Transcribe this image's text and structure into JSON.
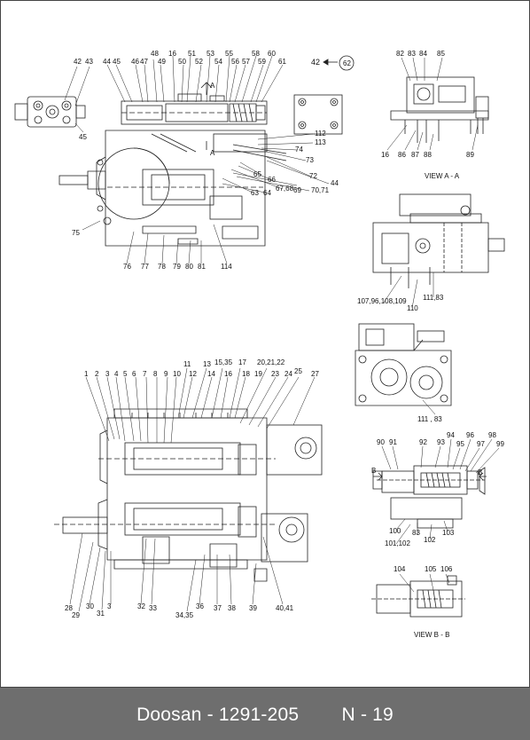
{
  "footer": {
    "left_text": "Doosan - 1291-205",
    "right_text": "N - 19"
  },
  "views": {
    "view_aa": "VIEW  A - A",
    "view_bb": "VIEW  B - B",
    "circle_ref": "62",
    "arrow_ref": "42",
    "section_a": "A",
    "section_b": "B"
  },
  "labels": {
    "top_left": [
      "42",
      "43",
      "45",
      "44",
      "45",
      "46",
      "47",
      "48",
      "49",
      "16",
      "50",
      "51",
      "52",
      "53",
      "54",
      "55",
      "56",
      "57",
      "58",
      "59",
      "60",
      "61"
    ],
    "top_right": [
      "82",
      "83",
      "84",
      "85",
      "16",
      "86",
      "87",
      "88",
      "89"
    ],
    "top_side": [
      "112",
      "113",
      "74",
      "73",
      "72",
      "44",
      "65",
      "66",
      "67,68",
      "69",
      "70,71",
      "63",
      "64",
      "75",
      "76",
      "77",
      "78",
      "79",
      "80",
      "81",
      "114"
    ],
    "mid_right": [
      "107,96,108,109",
      "110",
      "111,83"
    ],
    "rear_right": [
      "111 , 83"
    ],
    "main_top": [
      "1",
      "2",
      "3",
      "4",
      "5",
      "6",
      "7",
      "8",
      "9",
      "10",
      "11",
      "12",
      "13",
      "14",
      "15,35",
      "16",
      "17",
      "18",
      "19",
      "20,21,22",
      "23",
      "24",
      "25",
      "27"
    ],
    "main_bottom": [
      "28",
      "29",
      "30",
      "31",
      "3",
      "32",
      "33",
      "34,35",
      "36",
      "37",
      "38",
      "39",
      "40,41"
    ],
    "valve_right": [
      "90",
      "91",
      "92",
      "93",
      "94",
      "95",
      "96",
      "97",
      "98",
      "99",
      "100",
      "83",
      "101,102",
      "102",
      "103"
    ],
    "valve_bb": [
      "104",
      "105",
      "106"
    ]
  }
}
